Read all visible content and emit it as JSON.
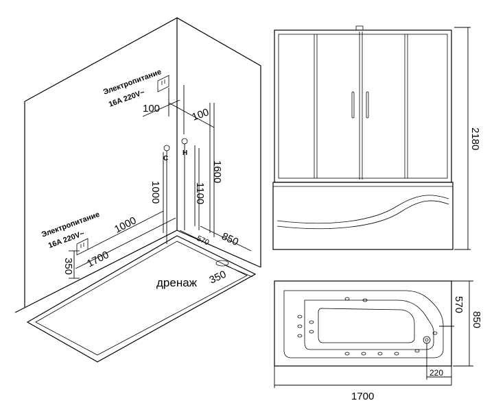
{
  "iso_view": {
    "power_upper": {
      "line1": "Электропитание",
      "line2": "16A 220V~"
    },
    "power_lower": {
      "line1": "Электропитание",
      "line2": "16A 220V~"
    },
    "cold_marker": "C",
    "hot_marker": "H",
    "drain_label": "дренаж",
    "dims": {
      "d100a": "100",
      "d100b": "100",
      "d1600": "1600",
      "d1100": "1100",
      "d1000v": "1000",
      "d1000h": "1000",
      "d1700": "1700",
      "d570": "570",
      "d850": "850",
      "d350a": "350",
      "d350b": "350"
    }
  },
  "front_view": {
    "height_dim": "2180"
  },
  "top_view": {
    "dim_570": "570",
    "dim_850": "850",
    "dim_1700": "1700",
    "dim_220": "220"
  }
}
